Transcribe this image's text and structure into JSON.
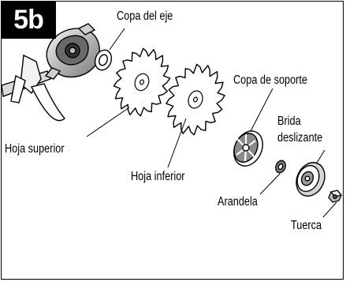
{
  "step": "5b",
  "labels": {
    "copa_del_eje": "Copa del eje",
    "copa_de_soporte": "Copa de soporte",
    "brida_line1": "Brida",
    "brida_line2": "deslizante",
    "hoja_superior": "Hoja superior",
    "hoja_inferior": "Hoja inferior",
    "arandela": "Arandela",
    "tuerca": "Tuerca"
  },
  "colors": {
    "ink": "#000000",
    "paper": "#ffffff",
    "badge_bg": "#000000",
    "badge_text": "#ffffff",
    "part_shade": "#c8c8c8"
  }
}
